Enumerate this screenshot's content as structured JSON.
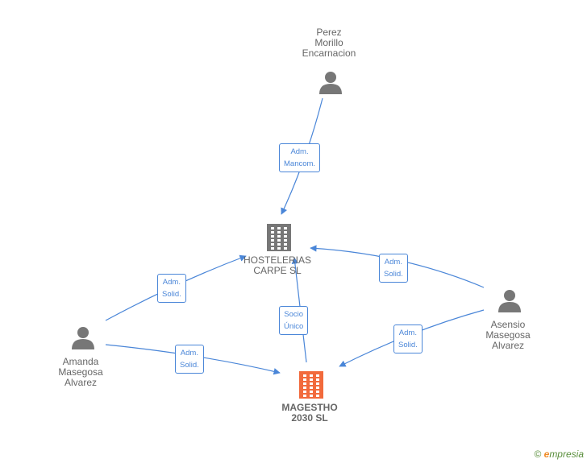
{
  "nodes": {
    "perez": {
      "name": "Perez\nMorillo\nEncarnacion",
      "kind": "person"
    },
    "amanda": {
      "name": "Amanda\nMasegosa\nAlvarez",
      "kind": "person"
    },
    "asensio": {
      "name": "Asensio\nMasegosa\nAlvarez",
      "kind": "person"
    },
    "hostelerias": {
      "name": "HOSTELERIAS\nCARPE  SL",
      "kind": "company"
    },
    "magestho": {
      "name": "MAGESTHO\n2030  SL",
      "kind": "company-focus"
    }
  },
  "edges": [
    {
      "from": "perez",
      "to": "hostelerias",
      "label": "Adm.\nMancom."
    },
    {
      "from": "amanda",
      "to": "hostelerias",
      "label": "Adm.\nSolid."
    },
    {
      "from": "amanda",
      "to": "magestho",
      "label": "Adm.\nSolid."
    },
    {
      "from": "magestho",
      "to": "hostelerias",
      "label": "Socio\nÚnico"
    },
    {
      "from": "asensio",
      "to": "hostelerias",
      "label": "Adm.\nSolid."
    },
    {
      "from": "asensio",
      "to": "magestho",
      "label": "Adm.\nSolid."
    }
  ],
  "colors": {
    "edge": "#4a86d8",
    "person": "#777777",
    "company": "#777777",
    "focus": "#f26a3c"
  },
  "footer": {
    "copyright_symbol": "©",
    "brand_initial": "e",
    "brand_rest": "mpresia"
  }
}
